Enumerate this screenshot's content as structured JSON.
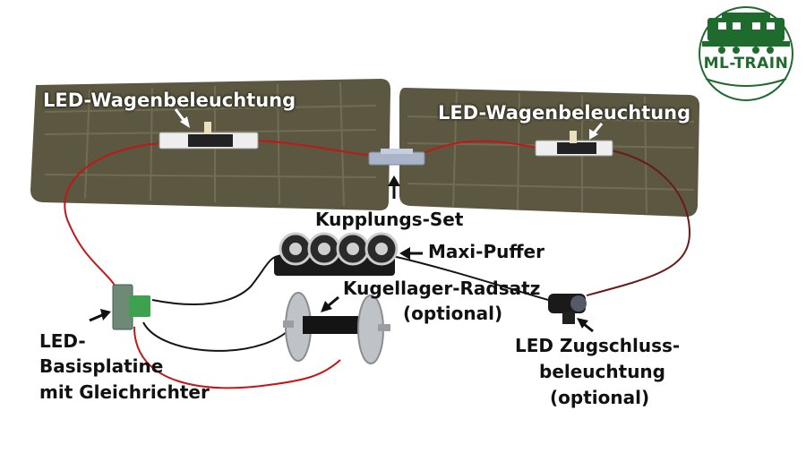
{
  "logo": {
    "text": "ML-TRAIN",
    "color": "#1f6b2e"
  },
  "labels": {
    "led_left": "LED-Wagenbeleuchtung",
    "led_right": "LED-Wagenbeleuchtung",
    "coupling": "Kupplungs-Set",
    "buffer": "Maxi-Puffer",
    "axle_1": "Kugellager-Radsatz",
    "axle_2": "(optional)",
    "base_1": "LED-",
    "base_2": "Basisplatine",
    "base_3": "mit Gleichrichter",
    "tail_1": "LED Zugschluss-",
    "tail_2": "beleuchtung",
    "tail_3": "(optional)"
  },
  "colors": {
    "floor": "#5a5640",
    "wire_red": "#c01818",
    "wire_black": "#151515"
  }
}
